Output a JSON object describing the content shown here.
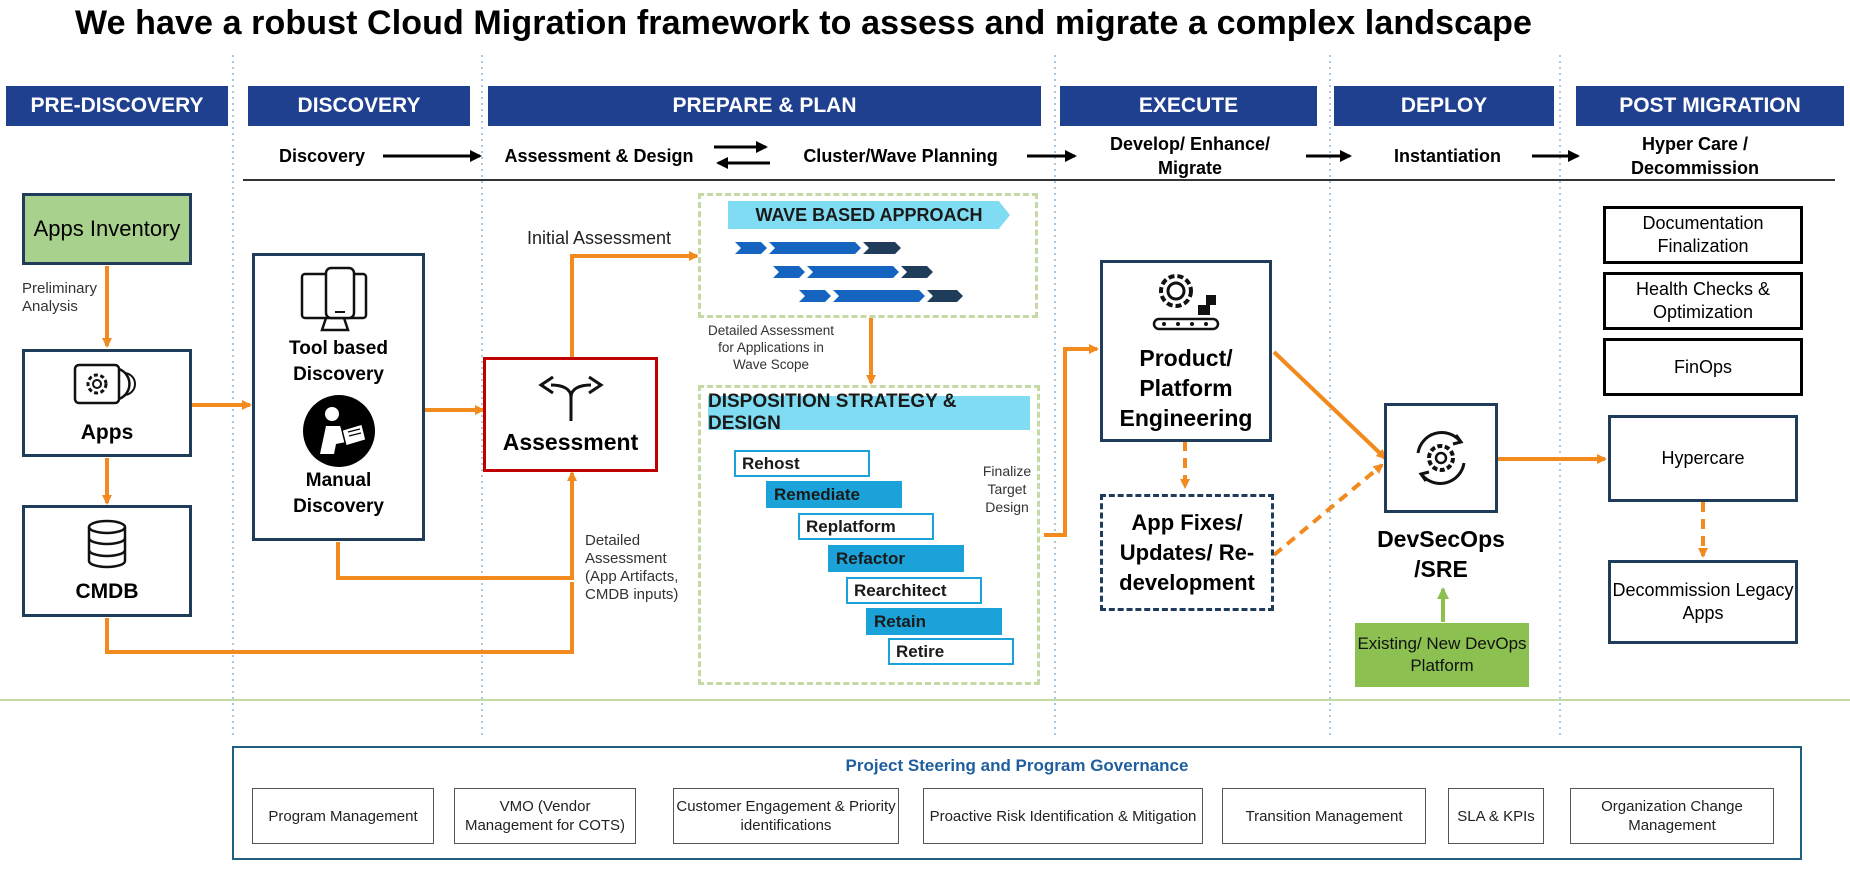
{
  "title": "We have a robust Cloud Migration framework to assess and migrate a complex landscape",
  "phases": [
    "PRE-DISCOVERY",
    "DISCOVERY",
    "PREPARE & PLAN",
    "EXECUTE",
    "DEPLOY",
    "POST MIGRATION"
  ],
  "steps": {
    "discovery": "Discovery",
    "assessment_design": "Assessment & Design",
    "cluster_wave": "Cluster/Wave Planning",
    "develop": "Develop/ Enhance/ Migrate",
    "instantiation": "Instantiation",
    "hyper_care": "Hyper Care / Decommission"
  },
  "pre_discovery": {
    "apps_inventory": "Apps Inventory",
    "preliminary": "Preliminary Analysis",
    "apps": "Apps",
    "cmdb": "CMDB"
  },
  "discovery": {
    "tool_based": "Tool based Discovery",
    "manual": "Manual Discovery"
  },
  "assessment": {
    "label": "Assessment",
    "initial": "Initial Assessment",
    "detailed": "Detailed Assessment (App Artifacts, CMDB inputs)"
  },
  "prepare": {
    "wave_title": "WAVE BASED APPROACH",
    "detailed_wave": "Detailed Assessment for Applications in Wave Scope",
    "disposition_title": "DISPOSITION STRATEGY & DESIGN",
    "strategies": [
      "Rehost",
      "Remediate",
      "Replatform",
      "Refactor",
      "Rearchitect",
      "Retain",
      "Retire"
    ],
    "finalize": "Finalize Target Design"
  },
  "execute": {
    "product": "Product/ Platform Engineering",
    "fixes": "App Fixes/ Updates/ Re-development"
  },
  "deploy": {
    "devsecops": "DevSecOps /SRE",
    "existing": "Existing/ New DevOps Platform"
  },
  "post": {
    "documentation": "Documentation Finalization",
    "health": "Health Checks & Optimization",
    "finops": "FinOps",
    "hypercare": "Hypercare",
    "decommission": "Decommission Legacy Apps"
  },
  "governance": {
    "title": "Project Steering and Program Governance",
    "items": [
      "Program Management",
      "VMO (Vendor Management for COTS)",
      "Customer Engagement & Priority identifications",
      "Proactive Risk Identification & Mitigation",
      "Transition Management",
      "SLA & KPIs",
      "Organization Change Management"
    ]
  },
  "colors": {
    "header_blue": "#1f3f8f",
    "arrow_orange": "#f28a1e",
    "cyan": "#7fdcf3",
    "strategy_blue": "#1ba3d9",
    "assessment_red": "#c00000",
    "light_green": "#a9d18e",
    "dark_green": "#8cc152"
  },
  "icons": [
    "mobile-desktop-icon",
    "person-reading-icon",
    "gear-cd-icon",
    "database-icon",
    "split-arrow-icon",
    "gear-conveyor-icon",
    "gear-cycle-icon"
  ]
}
